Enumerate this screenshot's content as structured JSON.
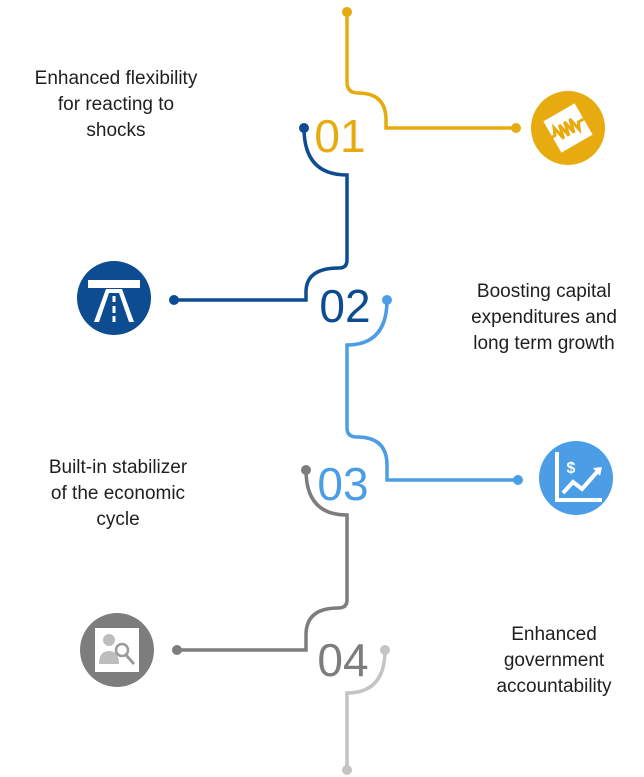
{
  "colors": {
    "step1": "#e8ab0f",
    "step2": "#0d4c90",
    "step3": "#4b9de6",
    "step4": "#7d7d7d",
    "tail": "#c4c4c4"
  },
  "steps": [
    {
      "number": "01",
      "caption_lines": [
        "Enhanced flexibility",
        "for reacting to",
        "shocks"
      ],
      "icon": "spring-icon"
    },
    {
      "number": "02",
      "caption_lines": [
        "Boosting capital",
        "expenditures and",
        "long term growth"
      ],
      "icon": "road-icon"
    },
    {
      "number": "03",
      "caption_lines": [
        "Built-in stabilizer",
        "of the economic",
        "cycle"
      ],
      "icon": "growth-chart-icon"
    },
    {
      "number": "04",
      "caption_lines": [
        "Enhanced",
        "government",
        "accountability"
      ],
      "icon": "people-search-icon"
    }
  ]
}
